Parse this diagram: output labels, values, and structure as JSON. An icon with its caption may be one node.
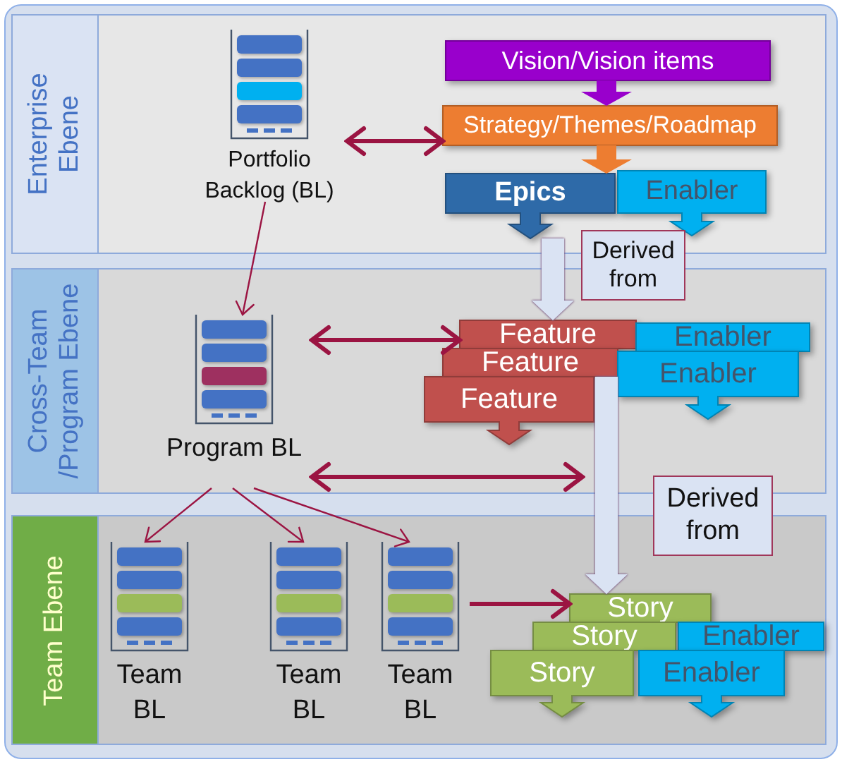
{
  "diagram": {
    "nodes": [
      {
        "text": [
          "Enterprise Ebene"
        ]
      },
      {
        "text": [
          "Cross-Team /Program Ebene"
        ]
      },
      {
        "text": [
          "Team Ebene"
        ]
      },
      {
        "text": [
          "Portfolio Backlog (BL)"
        ],
        "in": 0
      },
      {
        "text": [
          "Vision/Vision items"
        ],
        "in": 0
      },
      {
        "text": [
          "Strategy/Themes/Roadmap"
        ],
        "in": 0
      },
      {
        "text": [
          "Epics"
        ],
        "in": 0
      },
      {
        "text": [
          "Enabler"
        ],
        "in": 0
      },
      {
        "text": [
          "Derived from"
        ]
      },
      {
        "text": [
          "Program BL"
        ],
        "in": 1
      },
      {
        "text": [
          "Feature"
        ],
        "in": 1
      },
      {
        "text": [
          "Feature"
        ],
        "in": 1
      },
      {
        "text": [
          "Feature"
        ],
        "in": 1
      },
      {
        "text": [
          "Enabler"
        ],
        "in": 1
      },
      {
        "text": [
          "Enabler"
        ],
        "in": 1
      },
      {
        "text": [
          "Derived from"
        ]
      },
      {
        "text": [
          "Team BL"
        ],
        "in": 2
      },
      {
        "text": [
          "Team BL"
        ],
        "in": 2
      },
      {
        "text": [
          "Team BL"
        ],
        "in": 2
      },
      {
        "text": [
          "Story"
        ],
        "in": 2
      },
      {
        "text": [
          "Story"
        ],
        "in": 2
      },
      {
        "text": [
          "Story"
        ],
        "in": 2
      },
      {
        "text": [
          "Enabler"
        ],
        "in": 2
      },
      {
        "text": [
          "Enabler"
        ],
        "in": 2
      }
    ],
    "edges": [
      {
        "from": 3,
        "to": 5,
        "arrow": "both"
      },
      {
        "from": 3,
        "to": 9,
        "arrow": "to"
      },
      {
        "from": 9,
        "to": 10,
        "arrow": "both"
      },
      {
        "from": 9,
        "to": null,
        "arrow": "both"
      },
      {
        "from": 9,
        "to": 16,
        "arrow": "to"
      },
      {
        "from": 9,
        "to": 17,
        "arrow": "to"
      },
      {
        "from": 9,
        "to": 18,
        "arrow": "to"
      },
      {
        "from": 18,
        "to": 19,
        "arrow": "to"
      },
      {
        "from": 4,
        "to": 5,
        "arrow": "to",
        "style": "thick",
        "color": "#9900cc"
      },
      {
        "from": 5,
        "to": 6,
        "arrow": "to",
        "style": "thick",
        "color": "#ed7d31"
      },
      {
        "from": 6,
        "to": 10,
        "arrow": "to",
        "style": "thick",
        "color": "#dae3f3"
      },
      {
        "from": 11,
        "to": 19,
        "arrow": "to",
        "style": "thick",
        "color": "#dae3f3"
      }
    ]
  }
}
